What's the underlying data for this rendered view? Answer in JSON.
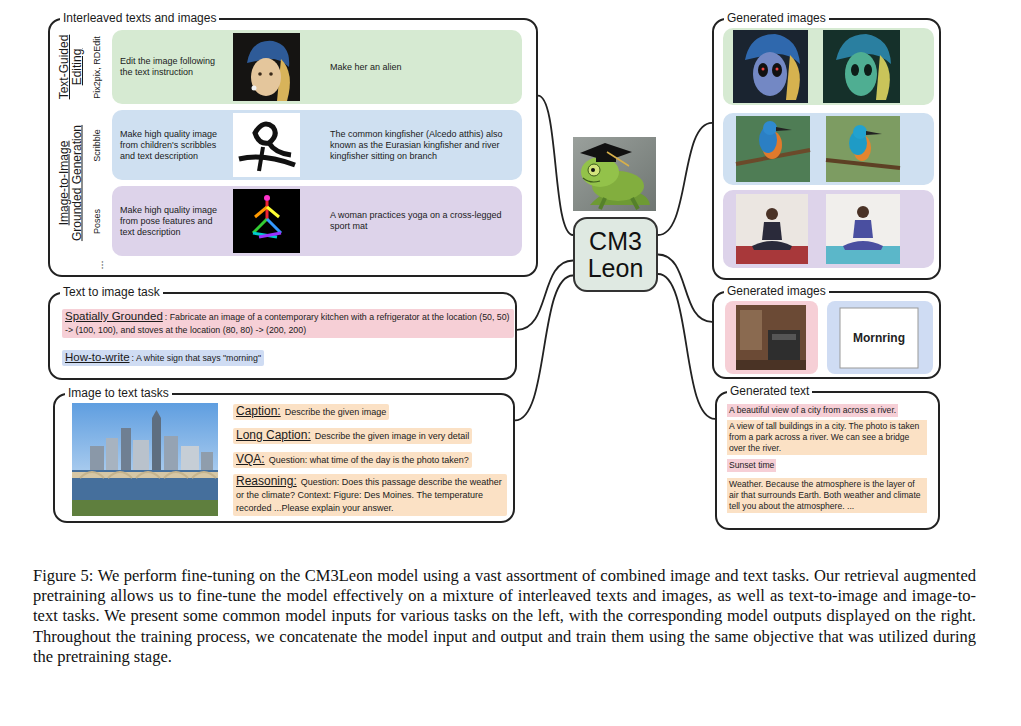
{
  "diagram": {
    "caption": "Figure 5: We perform fine-tuning on the CM3Leon model using a vast assortment of combined image and text tasks. Our retrieval augmented pretraining allows us to fine-tune the model effectively on a mixture of interleaved texts and images, as well as text-to-image and image-to-text tasks. We present some common model inputs for various tasks on the left, with the corresponding model outputs displayed on the right. Throughout the training process, we concatenate the model input and output and train them using the same objective that was utilized during the pretraining stage.",
    "nodes": [
      {
        "text": [
          "Interleaved texts and images"
        ]
      },
      {
        "text": [
          "Edit the image following the text instruction",
          "Make her an alien"
        ],
        "in": 0
      },
      {
        "text": [
          "Make high quality image from children's scribbles and text description",
          "The common kingfisher (Alcedo atthis) also known as the Eurasian kingfisher and river kingfisher sitting on branch"
        ],
        "in": 0
      },
      {
        "text": [
          "Make high quality image from pose features and text description",
          "A woman practices yoga on a cross-legged sport mat"
        ],
        "in": 0
      },
      {
        "text": [
          "Text to image task"
        ]
      },
      {
        "text": [
          "Spatially Grounded",
          ": Fabricate an image of a contemporary kitchen with a refrigerator at the location (50, 50) -> (100, 100), and stoves at the location (80, 80) -> (200, 200)"
        ],
        "in": 4
      },
      {
        "text": [
          "How-to-write",
          ": A white sign that says \"morning\""
        ],
        "in": 4
      },
      {
        "text": [
          "Image to text tasks"
        ]
      },
      {
        "text": [
          "Caption:",
          "Describe the given image"
        ],
        "in": 7
      },
      {
        "text": [
          "Long Caption:",
          "Describe the given image in very detail"
        ],
        "in": 7
      },
      {
        "text": [
          "VQA:",
          "Question: what time of the day is the photo taken?"
        ],
        "in": 7
      },
      {
        "text": [
          "Reasoning:",
          "Question: Does this passage describe the weather or the climate? Context: Figure: Des Moines. The temperature recorded ...Please explain your answer."
        ],
        "in": 7
      },
      {
        "text": [
          "CM3 Leon"
        ]
      },
      {
        "text": [
          "Generated images"
        ]
      },
      {
        "text": [
          "Generated images"
        ]
      },
      {
        "text": [
          "Generated text"
        ]
      },
      {
        "text": [
          "A beautiful view of a city from across a river."
        ],
        "in": 15
      },
      {
        "text": [
          "A view of tall buildings in a city. The photo is taken from a park across a river. We can see a bridge over the river."
        ],
        "in": 15
      },
      {
        "text": [
          "Sunset time"
        ],
        "in": 15
      },
      {
        "text": [
          "Weather. Because the atmosphere is the layer of air that surrounds Earth. Both weather and climate tell you about the atmosphere. ..."
        ],
        "in": 15
      }
    ],
    "edges": [
      {
        "from": 0,
        "to": 12,
        "arrow": "none"
      },
      {
        "from": 4,
        "to": 12,
        "arrow": "none"
      },
      {
        "from": 7,
        "to": 12,
        "arrow": "none"
      },
      {
        "from": 12,
        "to": 13,
        "arrow": "none"
      },
      {
        "from": 12,
        "to": 14,
        "arrow": "none"
      },
      {
        "from": 12,
        "to": 15,
        "arrow": "none"
      }
    ],
    "labels": [
      "Text-Guided Editing",
      "Pix2pix, RDEdit",
      "Image-to-Image Grounded Generation",
      "Scribble",
      "Poses",
      "...",
      "Mornring"
    ]
  }
}
